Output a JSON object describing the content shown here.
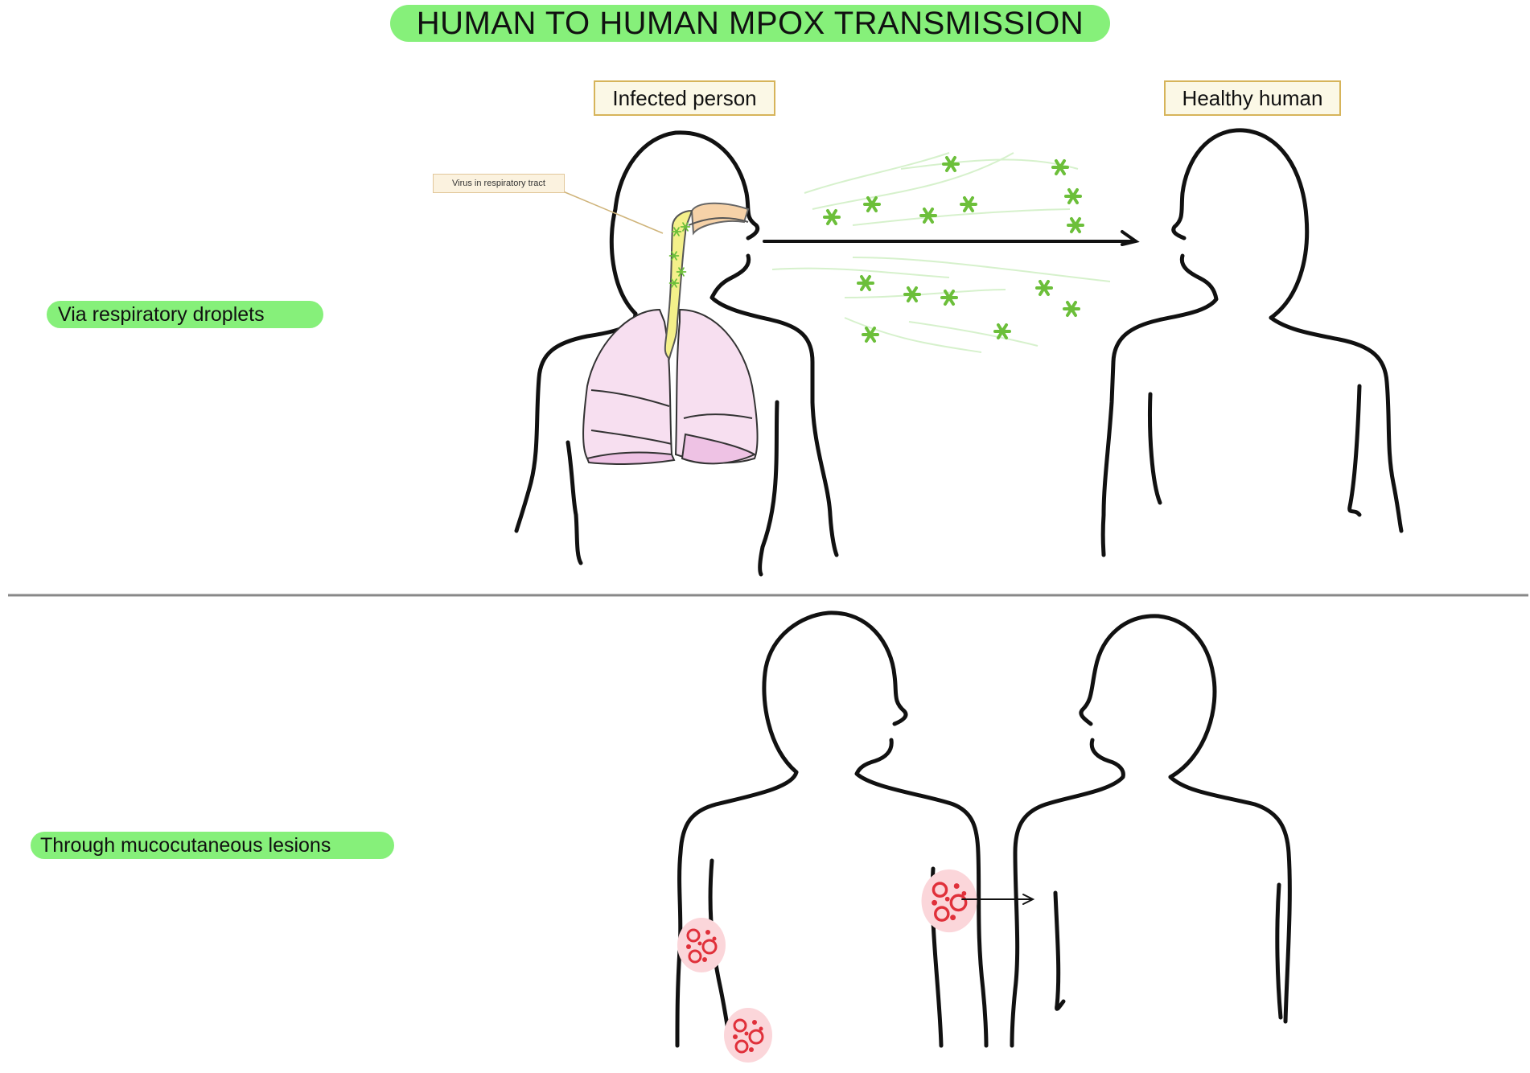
{
  "title": "HUMAN TO HUMAN MPOX TRANSMISSION",
  "routes": {
    "droplets": "Via respiratory droplets",
    "lesions": "Through mucocutaneous lesions"
  },
  "figures": {
    "infected": "Infected person",
    "healthy": "Healthy human",
    "virus_note": "Virus in respiratory tract"
  },
  "colors": {
    "highlight": "#86f07a",
    "virus": "#6cbf3a",
    "lesion": "#e0303a",
    "lung": "#f7dff0",
    "airway": "#f4f08a",
    "nasal": "#f6d2a8"
  }
}
